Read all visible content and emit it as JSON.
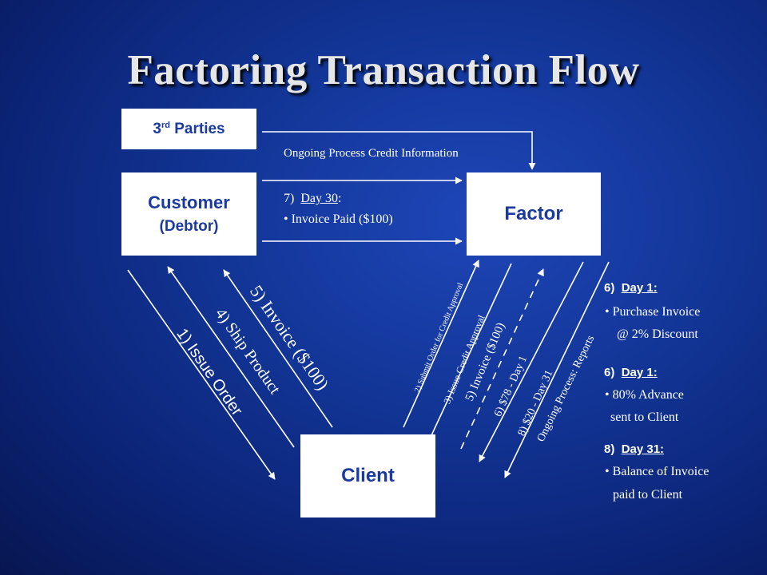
{
  "title": "Factoring Transaction Flow",
  "boxes": {
    "third_parties_main": "3",
    "third_parties_sup": "rd",
    "third_parties_rest": " Parties",
    "customer": "Customer",
    "customer_sub": "(Debtor)",
    "factor": "Factor",
    "client": "Client"
  },
  "labels": {
    "ongoing_credit": "Ongoing Process Credit Information",
    "step7_prefix": "7)  ",
    "step7_day": "Day 30",
    "step7_colon": ":",
    "step7_paid": "• Invoice Paid ($100)",
    "issue_order": "1)  Issue Order",
    "ship_product": "4)  Ship Product",
    "invoice_left": "5)  Invoice ($100)",
    "submit_order": "2) Submit Order for Credit Approval",
    "issue_credit": "3) Issue Credit Approval",
    "invoice_right": "5)  Invoice ($100)",
    "advance_78": "6)  $78 - Day 1",
    "balance_20": "8)  $20 - Day 31",
    "reports": "Ongoing Process: Reports"
  },
  "right_panel": {
    "s6a_num": "6)  ",
    "s6a_day": "Day 1:",
    "s6a_line1": "•  Purchase Invoice",
    "s6a_line2": "@ 2% Discount",
    "s6b_num": "6)  ",
    "s6b_day": "Day 1:",
    "s6b_line1": "•  80% Advance",
    "s6b_line2": "sent to Client",
    "s8_num": "8)  ",
    "s8_day": "Day 31:",
    "s8_line1": "•  Balance of Invoice",
    "s8_line2": "paid to Client"
  },
  "colors": {
    "background": "#123596",
    "box_text": "#1a3aa0",
    "arrow": "#ffffff"
  }
}
